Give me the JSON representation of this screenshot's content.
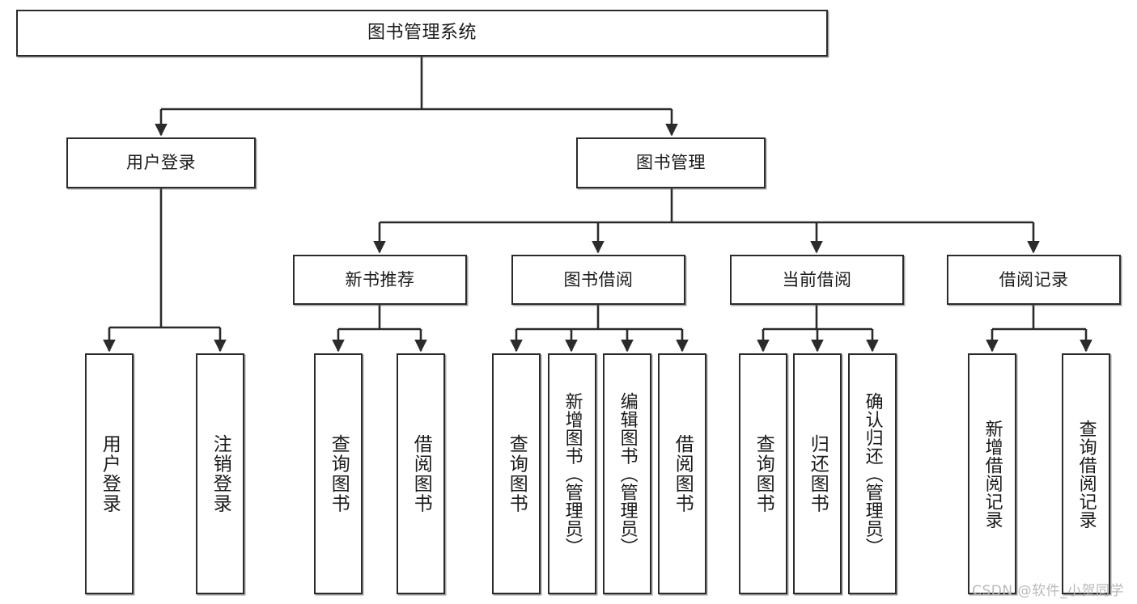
{
  "diagram": {
    "type": "tree-hierarchy",
    "title": "图书管理系统",
    "watermark": "CSDN @软件_小贺同学",
    "colors": {
      "box_border": "#2b2b2b",
      "box_fill": "#ffffff",
      "connector": "#2b2b2b",
      "text": "#1a1a1a",
      "watermark": "#b9b9b9"
    },
    "nodes": {
      "root": {
        "label": "图书管理系统"
      },
      "level2": [
        {
          "id": "user-login",
          "label": "用户登录"
        },
        {
          "id": "book-manage",
          "label": "图书管理"
        }
      ],
      "level3": [
        {
          "id": "new-book-rec",
          "label": "新书推荐"
        },
        {
          "id": "book-borrow",
          "label": "图书借阅"
        },
        {
          "id": "current-borrow",
          "label": "当前借阅"
        },
        {
          "id": "borrow-record",
          "label": "借阅记录"
        }
      ],
      "leaves": {
        "user_login": [
          {
            "id": "leaf-user-login",
            "label": "用户登录"
          },
          {
            "id": "leaf-user-logout",
            "label": "注销登录"
          }
        ],
        "new_book_rec": [
          {
            "id": "leaf-query-book-1",
            "label": "查询图书"
          },
          {
            "id": "leaf-borrow-book-1",
            "label": "借阅图书"
          }
        ],
        "book_borrow": [
          {
            "id": "leaf-query-book-2",
            "label": "查询图书"
          },
          {
            "id": "leaf-add-book",
            "label": "新增图书（管理员）"
          },
          {
            "id": "leaf-edit-book",
            "label": "编辑图书（管理员）"
          },
          {
            "id": "leaf-borrow-book-2",
            "label": "借阅图书"
          }
        ],
        "current_borrow": [
          {
            "id": "leaf-query-book-3",
            "label": "查询图书"
          },
          {
            "id": "leaf-return-book",
            "label": "归还图书"
          },
          {
            "id": "leaf-confirm-return",
            "label": "确认归还（管理员）"
          }
        ],
        "borrow_record": [
          {
            "id": "leaf-add-record",
            "label": "新增借阅记录"
          },
          {
            "id": "leaf-query-record",
            "label": "查询借阅记录"
          }
        ]
      }
    }
  }
}
